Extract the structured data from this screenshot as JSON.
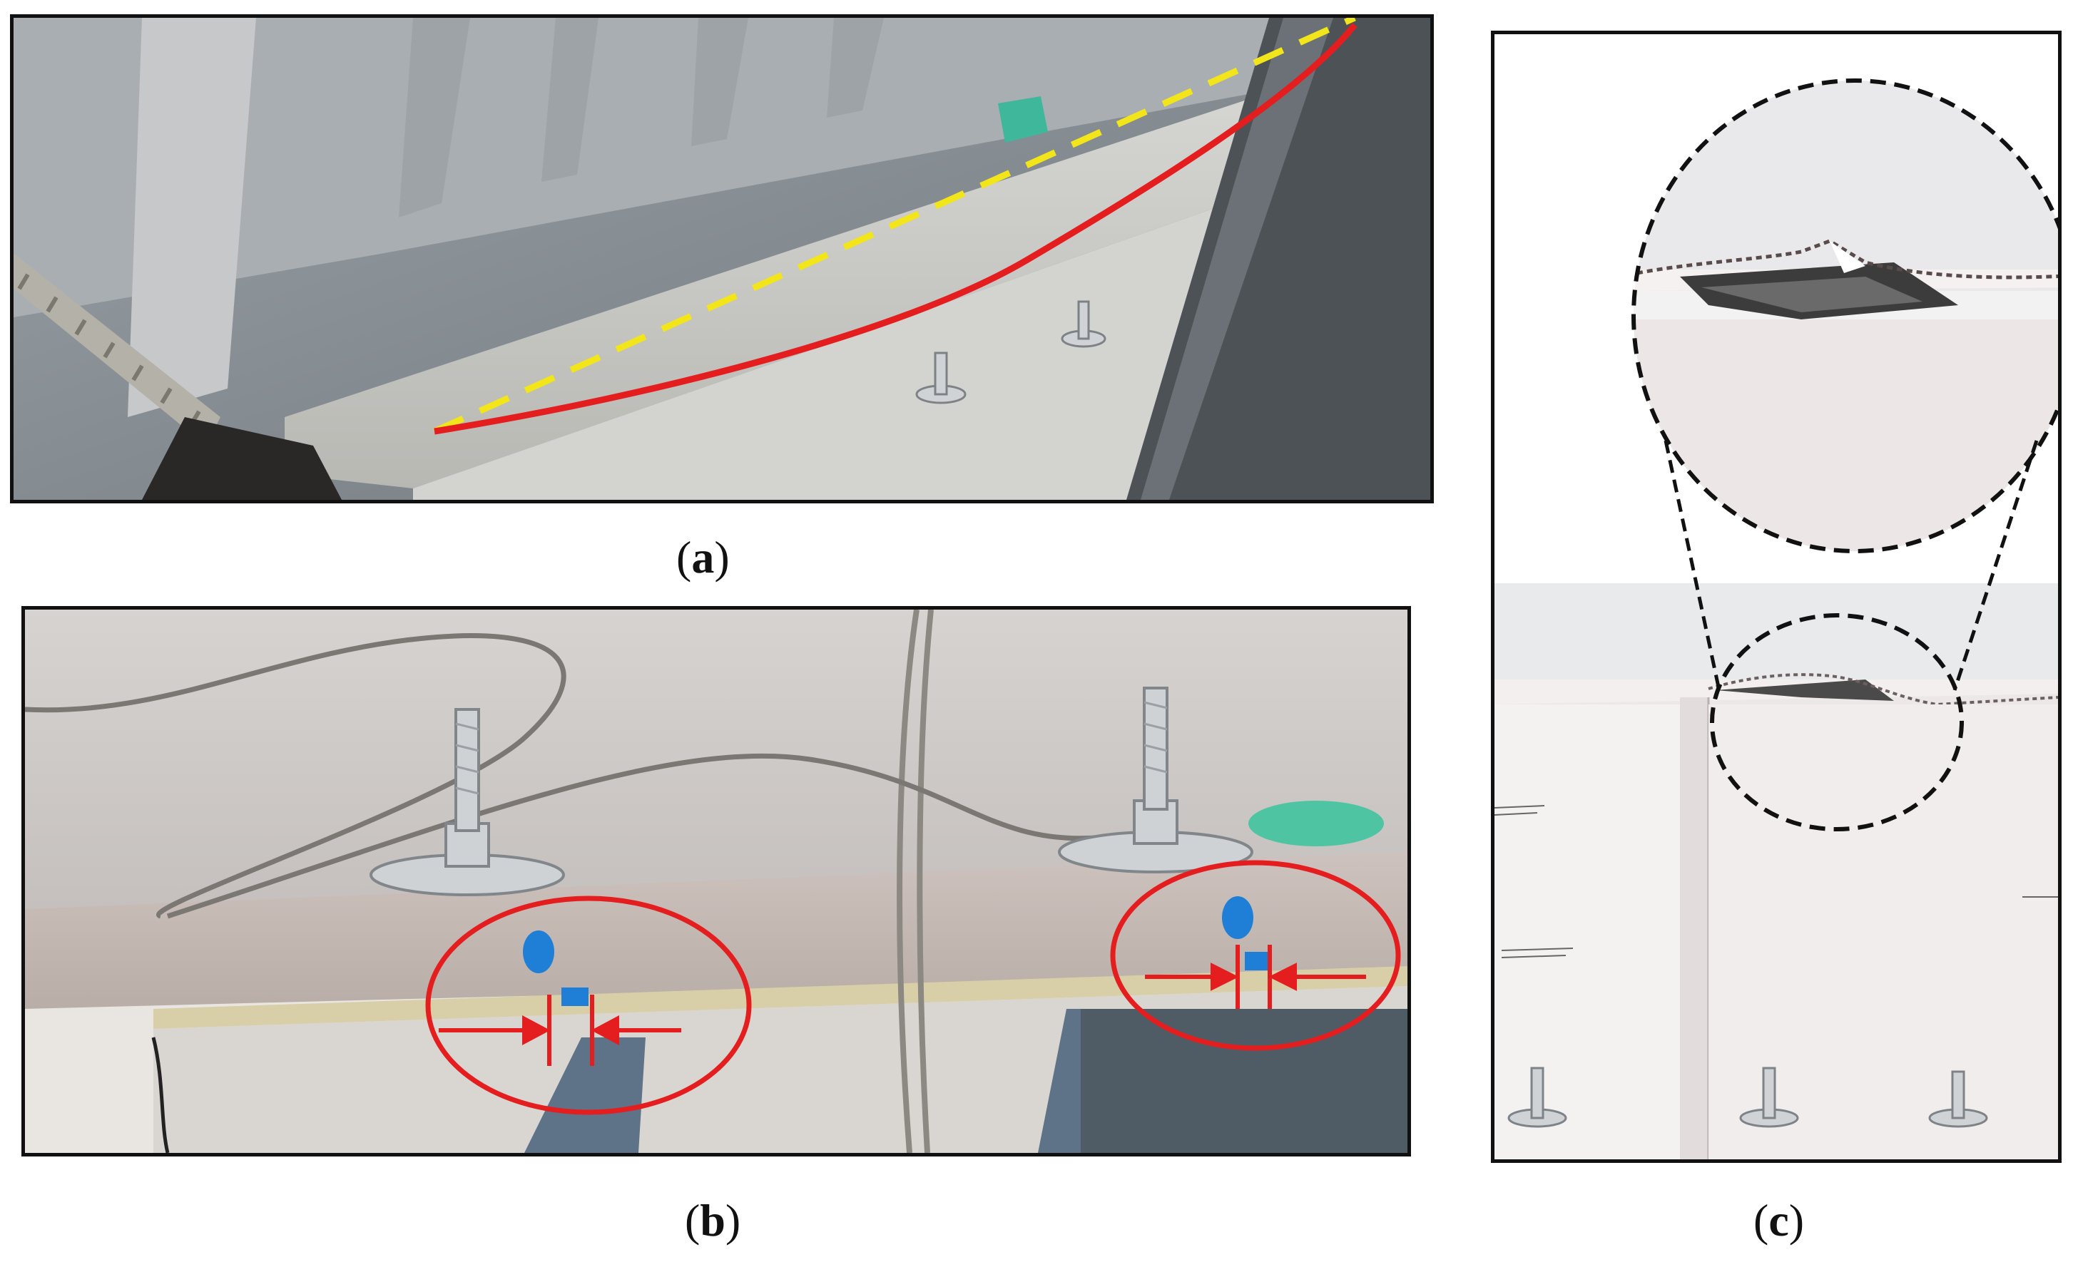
{
  "figure": {
    "panels": [
      {
        "id": "a",
        "caption_open": "(",
        "caption_letter": "a",
        "caption_close": ")"
      },
      {
        "id": "b",
        "caption_open": "(",
        "caption_letter": "b",
        "caption_close": ")"
      },
      {
        "id": "c",
        "caption_open": "(",
        "caption_letter": "c",
        "caption_close": ")"
      }
    ]
  },
  "colors": {
    "deflected_curve": "#e41e1e",
    "reference_line": "#f2e51a",
    "markers": "#e41e1e",
    "blue_marks": "#1f7fd6",
    "zoom_outline": "#111111"
  }
}
